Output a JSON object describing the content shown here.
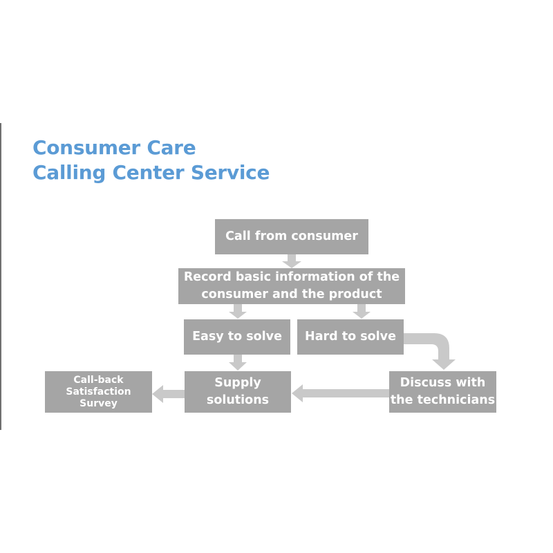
{
  "title": {
    "line1": "Consumer Care",
    "line2": "Calling Center Service"
  },
  "nodes": {
    "call_from_consumer": "Call from consumer",
    "record_info": {
      "line1": "Record basic information of the",
      "line2": "consumer and the product"
    },
    "easy_to_solve": "Easy to solve",
    "hard_to_solve": "Hard to solve",
    "supply_solutions": {
      "line1": "Supply",
      "line2": "solutions"
    },
    "discuss_technicians": {
      "line1": "Discuss with",
      "line2": "the technicians"
    },
    "callback_survey": {
      "line1": "Call-back",
      "line2": "Satisfaction",
      "line3": "Survey"
    }
  },
  "colors": {
    "title": "#5b9bd5",
    "box_fill": "#a5a5a5",
    "arrow_fill": "#c9c9c9",
    "box_text": "#ffffff"
  }
}
